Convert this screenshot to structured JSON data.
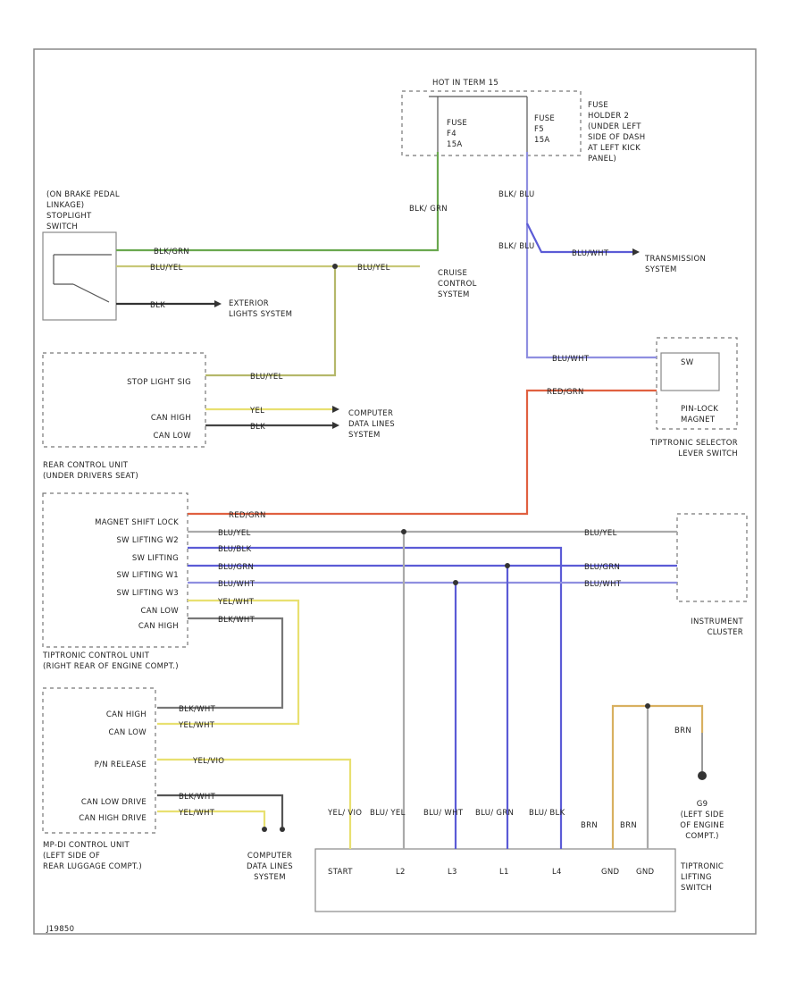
{
  "hot_label": "HOT IN TERM 15",
  "fuses": {
    "f4": [
      "FUSE",
      "F4",
      "15A"
    ],
    "f5": [
      "FUSE",
      "F5",
      "15A"
    ],
    "holder": [
      "FUSE",
      "HOLDER 2",
      "(UNDER LEFT",
      "SIDE OF DASH",
      "AT LEFT KICK",
      "PANEL)"
    ]
  },
  "brake_switch": [
    "(ON BRAKE PEDAL",
    "LINKAGE)",
    "STOPLIGHT",
    "SWITCH"
  ],
  "components": {
    "exterior_lights": [
      "EXTERIOR",
      "LIGHTS SYSTEM"
    ],
    "cruise": [
      "CRUISE",
      "CONTROL",
      "SYSTEM"
    ],
    "transmission": [
      "TRANSMISSION",
      "SYSTEM"
    ],
    "computer_lines_mid": [
      "COMPUTER",
      "DATA LINES",
      "SYSTEM"
    ],
    "computer_lines_bottom": [
      "COMPUTER",
      "DATA LINES",
      "SYSTEM"
    ],
    "pinlock": [
      "PIN-LOCK",
      "MAGNET"
    ],
    "selector": [
      "TIPTRONIC SELECTOR",
      "LEVER SWITCH"
    ],
    "instrument": [
      "INSTRUMENT",
      "CLUSTER"
    ],
    "g9": [
      "G9",
      "(LEFT SIDE",
      "OF ENGINE",
      "COMPT.)"
    ],
    "lifting_switch": [
      "TIPTRONIC",
      "LIFTING",
      "SWITCH"
    ]
  },
  "rear_unit": {
    "pins": [
      "STOP LIGHT SIG",
      "CAN HIGH",
      "CAN LOW"
    ],
    "title": [
      "REAR CONTROL UNIT",
      "(UNDER DRIVERS SEAT)"
    ]
  },
  "tcu_pins": [
    "MAGNET SHIFT LOCK",
    "SW LIFTING W2",
    "SW LIFTING",
    "SW LIFTING W1",
    "SW LIFTING W3",
    "CAN LOW",
    "CAN HIGH"
  ],
  "tcu_title": [
    "TIPTRONIC CONTROL UNIT",
    "(RIGHT REAR OF ENGINE COMPT.)"
  ],
  "mp_pins": [
    "CAN HIGH",
    "CAN LOW",
    "P/N RELEASE",
    "CAN LOW DRIVE",
    "CAN HIGH DRIVE"
  ],
  "mp_title": [
    "MP-DI CONTROL UNIT",
    "(LEFT SIDE OF",
    "REAR LUGGAGE COMPT.)"
  ],
  "wire_labels": {
    "blk_grn": "BLK/GRN",
    "blu_yel": "BLU/YEL",
    "blk": "BLK",
    "blu_yel_stop": "BLU/YEL",
    "yel": "YEL",
    "blk_can": "BLK",
    "blu_wht_trans": "BLU/WHT",
    "blu_wht_pin": "BLU/WHT",
    "red_grn_pin": "RED/GRN",
    "red_grn_tcu": "RED/GRN",
    "blu_yel_tcu": "BLU/YEL",
    "blu_blk": "BLU/BLK",
    "blu_grn": "BLU/GRN",
    "blu_wht": "BLU/WHT",
    "yel_wht": "YEL/WHT",
    "blk_wht": "BLK/WHT",
    "blk_wht_mp": "BLK/WHT",
    "yel_wht_mp": "YEL/WHT",
    "yel_vio": "YEL/VIO",
    "blk_wht_bottom": "BLK/WHT",
    "yel_wht_bottom": "YEL/WHT",
    "ic_blu_yel": "BLU/YEL",
    "ic_blu_grn": "BLU/GRN",
    "ic_blu_wht": "BLU/WHT",
    "brn": "BRN",
    "blk_f4": "BLK/ GRN",
    "blk_f5_a": "BLK/ BLU",
    "blk_f5_b": "BLK/ BLU"
  },
  "switch_pins": [
    {
      "wire": "YEL/ VIO",
      "pin": "START"
    },
    {
      "wire": "BLU/ YEL",
      "pin": "L2"
    },
    {
      "wire": "BLU/ WHT",
      "pin": "L3"
    },
    {
      "wire": "BLU/ GRN",
      "pin": "L1"
    },
    {
      "wire": "BLU/ BLK",
      "pin": "L4"
    },
    {
      "wire": "BRN",
      "pin": "GND"
    },
    {
      "wire": "BRN",
      "pin": "GND"
    }
  ],
  "sw_text": "SW",
  "footer": "J19850",
  "colors": {
    "green": "#6aa84f",
    "olive": "#b5b86a",
    "blue": "#5b5bd6",
    "lightblue": "#8f8fe0",
    "red": "#e06040",
    "yellow": "#e8e070",
    "tan": "#d8b060",
    "gray": "#888888",
    "black": "#333333"
  }
}
